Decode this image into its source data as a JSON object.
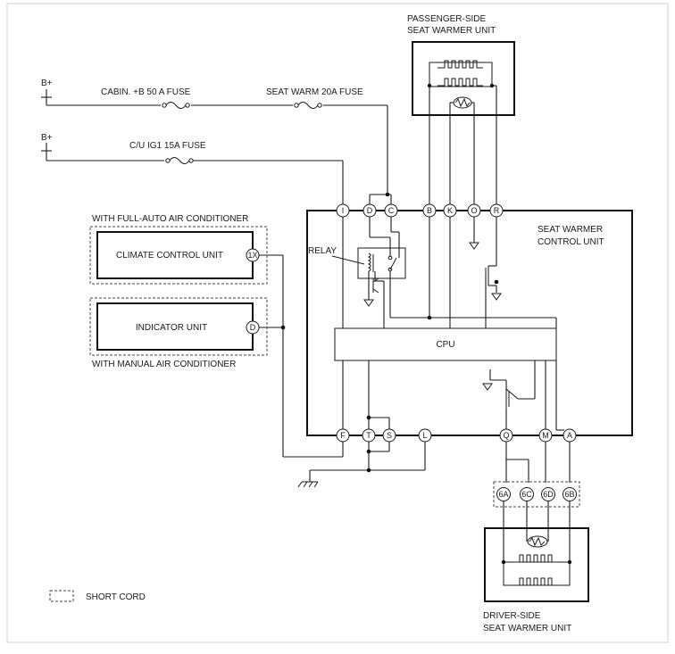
{
  "power": {
    "bplus_1": "B+",
    "bplus_2": "B+"
  },
  "fuses": {
    "cabin": "CABIN. +B 50 A FUSE",
    "seat_warm": "SEAT WARM 20A FUSE",
    "cu_ig1": "C/U IG1 15A FUSE"
  },
  "passenger_unit": {
    "line1": "PASSENGER-SIDE",
    "line2": "SEAT WARMER UNIT"
  },
  "driver_unit": {
    "line1": "DRIVER-SIDE",
    "line2": "SEAT WARMER UNIT"
  },
  "control_unit": {
    "line1": "SEAT WARMER",
    "line2": "CONTROL UNIT"
  },
  "relay_label": "RELAY",
  "cpu_label": "CPU",
  "climate": {
    "caption": "WITH FULL-AUTO AIR CONDITIONER",
    "unit": "CLIMATE CONTROL UNIT",
    "pin": "1X"
  },
  "indicator": {
    "caption": "WITH MANUAL AIR CONDITIONER",
    "unit": "INDICATOR UNIT",
    "pin": "D"
  },
  "top_pins": [
    "I",
    "D",
    "C",
    "B",
    "K",
    "O",
    "R"
  ],
  "bottom_pins": [
    "F",
    "T",
    "S",
    "L",
    "Q",
    "M",
    "A"
  ],
  "connector_pins": [
    "6A",
    "6C",
    "6D",
    "6B"
  ],
  "legend": {
    "short_cord": "SHORT CORD"
  }
}
